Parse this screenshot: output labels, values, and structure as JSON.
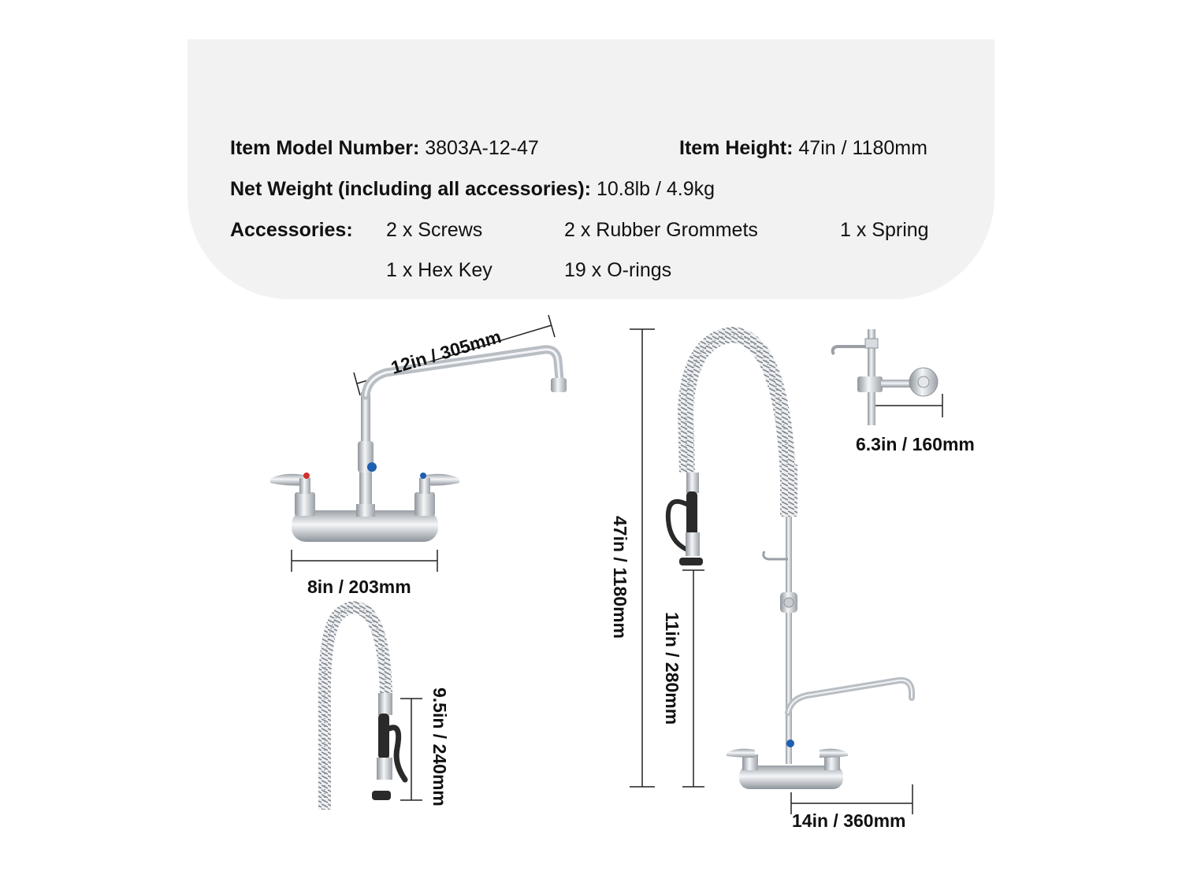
{
  "specs": {
    "model_label": "Item Model Number:",
    "model_value": "3803A-12-47",
    "height_label": "Item Height:",
    "height_value": "47in / 1180mm",
    "weight_label": "Net Weight (including all accessories):",
    "weight_value": "10.8lb / 4.9kg",
    "accessories_label": "Accessories:",
    "accessories": [
      "2 x Screws",
      "2 x Rubber Grommets",
      "1 x Spring",
      "1 x Hex Key",
      "19 x O-rings"
    ]
  },
  "dimensions": {
    "spout_length": "12in / 305mm",
    "faucet_width": "8in / 203mm",
    "total_height": "47in / 1180mm",
    "sprayer_hose": "11in / 280mm",
    "bracket_depth": "6.3in / 160mm",
    "sprayer_length": "9.5in / 240mm",
    "base_width": "14in / 360mm"
  },
  "colors": {
    "panel": "#f2f2f2",
    "chrome": "#c9ccd0",
    "hot_indicator": "#d0312d",
    "cold_indicator": "#1e5fb0",
    "grip": "#2a2a2a"
  }
}
